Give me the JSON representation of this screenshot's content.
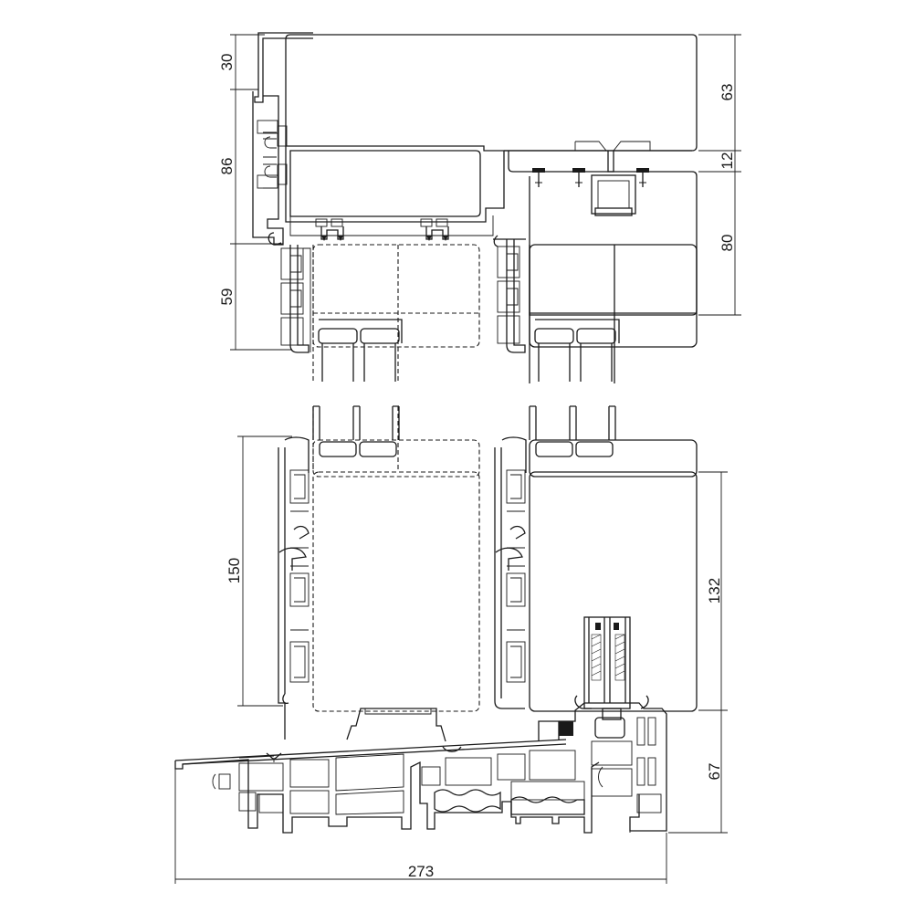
{
  "dimensions": {
    "left": {
      "top_cap": "30",
      "head_frame": "86",
      "head_sash": "59",
      "glass_height": "150"
    },
    "right": {
      "head_panel": "63",
      "gasket_gap": "12",
      "head_height": "80",
      "sash_height": "132",
      "threshold_height": "67"
    },
    "bottom": {
      "overall_width": "273"
    }
  }
}
